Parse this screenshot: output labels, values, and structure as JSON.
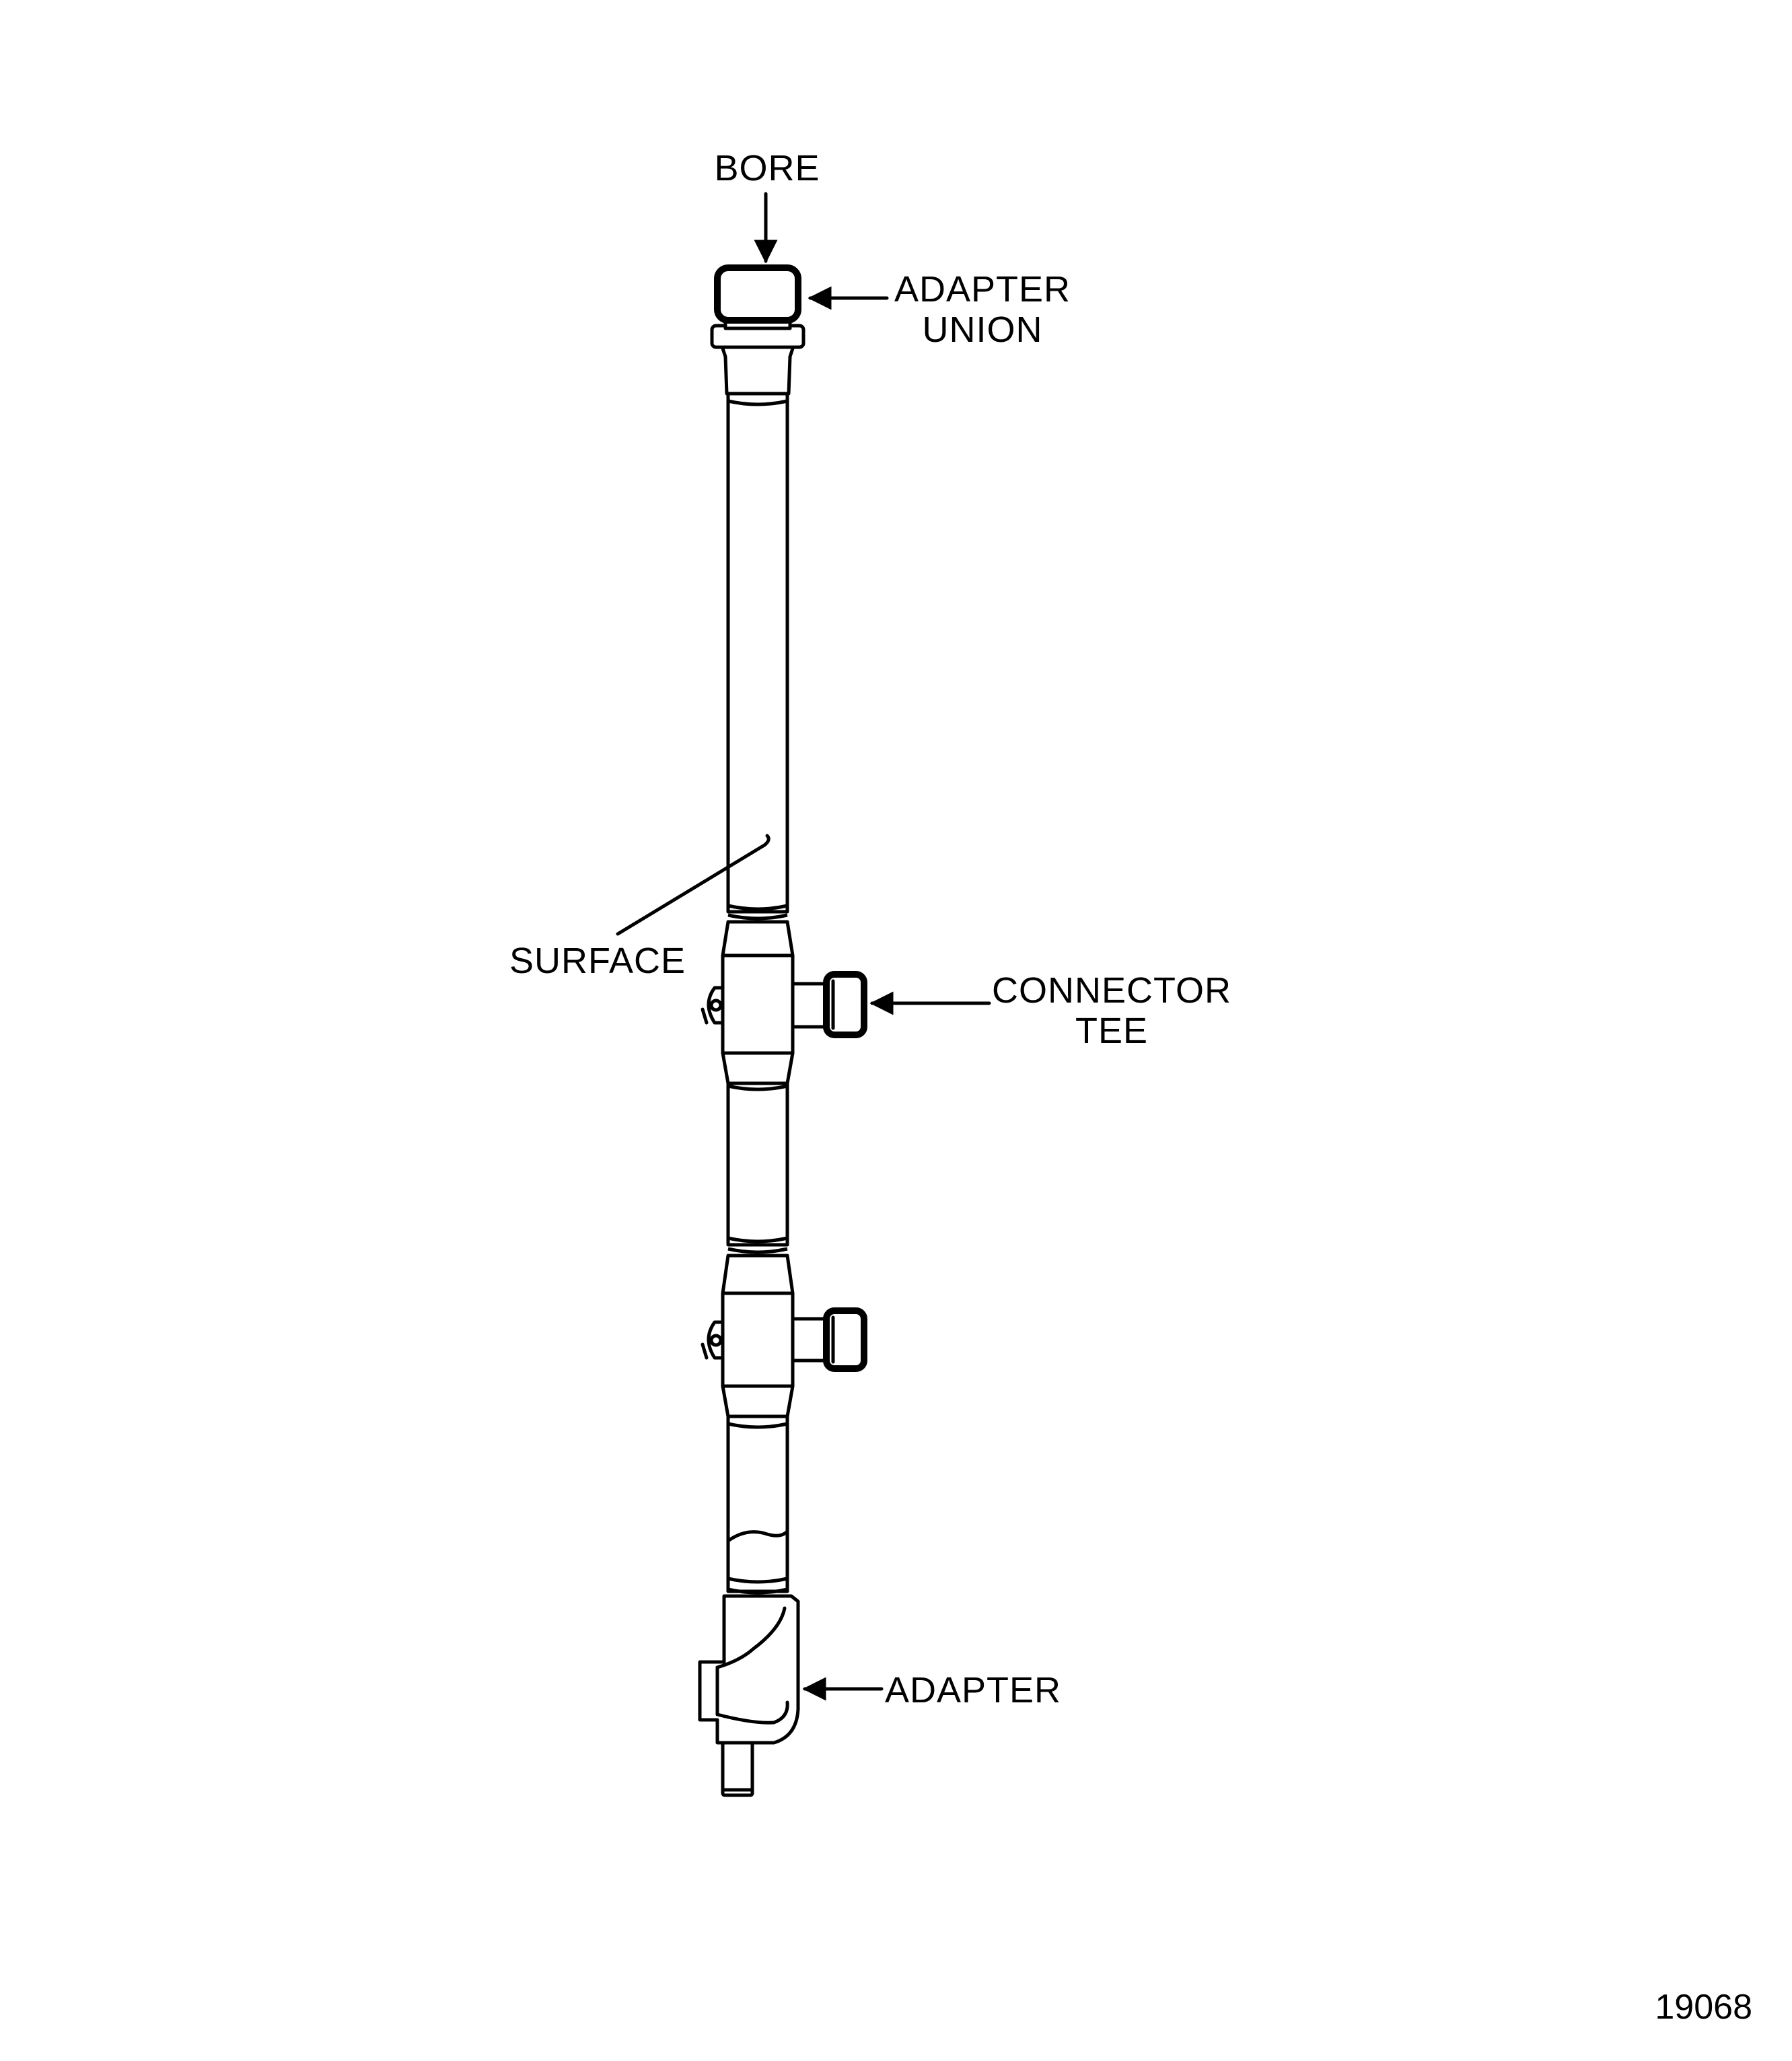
{
  "labels": {
    "bore": "BORE",
    "adapter_union_line1": "ADAPTER",
    "adapter_union_line2": "UNION",
    "surface": "SURFACE",
    "connector_tee_line1": "CONNECTOR",
    "connector_tee_line2": "TEE",
    "adapter": "ADAPTER"
  },
  "figure_number": "19068"
}
